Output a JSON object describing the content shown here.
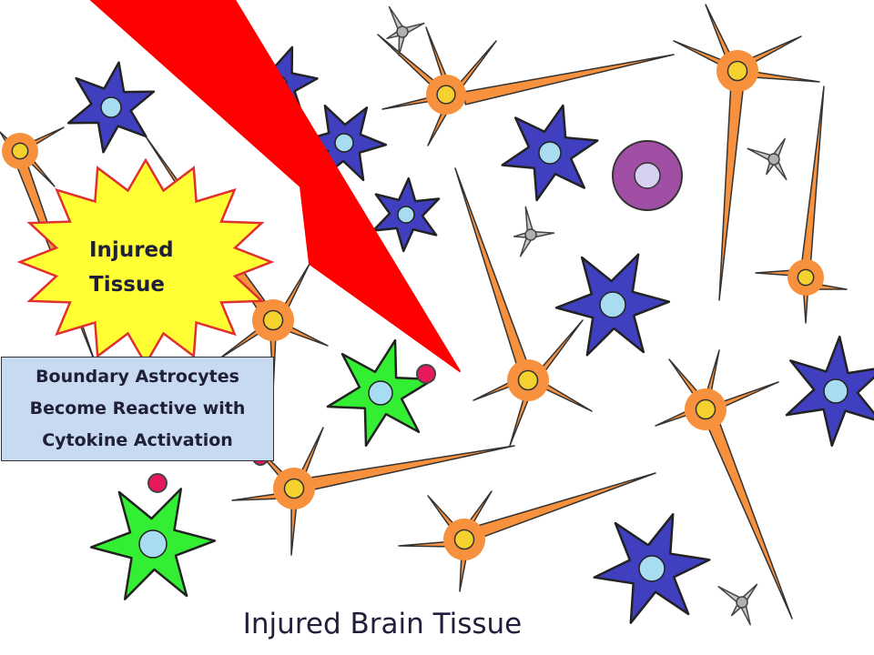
{
  "diagram": {
    "burst_label": {
      "line1": "Injured",
      "line2": "Tissue"
    },
    "info_box": {
      "line1": "Boundary Astrocytes",
      "line2": "Become Reactive with",
      "line3": "Cytokine Activation"
    },
    "caption": "Injured Brain Tissue"
  },
  "colors": {
    "astrocyte_blue": "#3f3fbf",
    "astrocyte_green": "#33ee33",
    "neuron_orange": "#f7913d",
    "microglia_gray": "#c8c8c8",
    "immune_cell_purple": "#a14fa5",
    "blood_cell_red": "#e8195a",
    "injury_wedge_red": "#ff0000",
    "burst_yellow": "#ffff33",
    "nucleus_light_blue": "#a8dcf0",
    "box_fill": "#c8daf0"
  }
}
